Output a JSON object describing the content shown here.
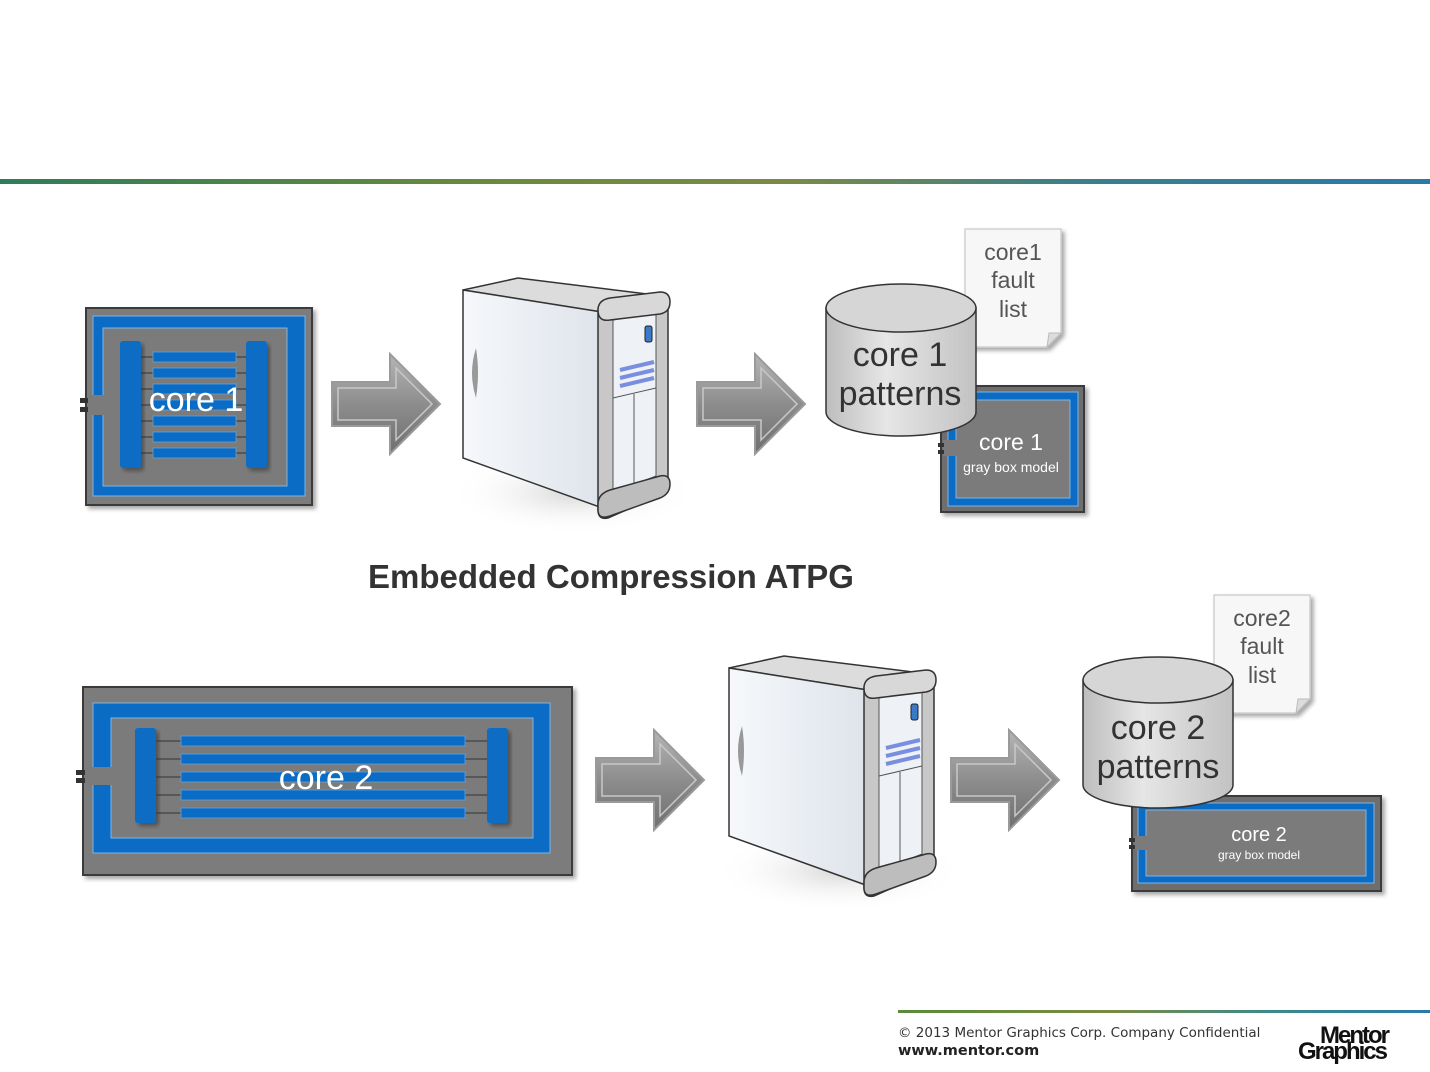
{
  "slide": {
    "title": "Embedded Compression ATPG"
  },
  "flows": [
    {
      "core_label": "core 1",
      "patterns_line1": "core 1",
      "patterns_line2": "patterns",
      "fault_list_line1": "core1",
      "fault_list_line2": "fault",
      "fault_list_line3": "list",
      "graybox_title": "core 1",
      "graybox_subtitle": "gray box model"
    },
    {
      "core_label": "core 2",
      "patterns_line1": "core 2",
      "patterns_line2": "patterns",
      "fault_list_line1": "core2",
      "fault_list_line2": "fault",
      "fault_list_line3": "list",
      "graybox_title": "core 2",
      "graybox_subtitle": "gray box model"
    }
  ],
  "footer": {
    "copyright": "© 2013 Mentor Graphics Corp. Company Confidential",
    "url": "www.mentor.com",
    "logo_line1": "Mentor",
    "logo_line2": "Graphics"
  },
  "colors": {
    "core_blue": "#0a6cc4",
    "core_gray": "#7a7a7a",
    "rule_green": "#5f8a3c",
    "rule_blue": "#2a7aa8"
  }
}
